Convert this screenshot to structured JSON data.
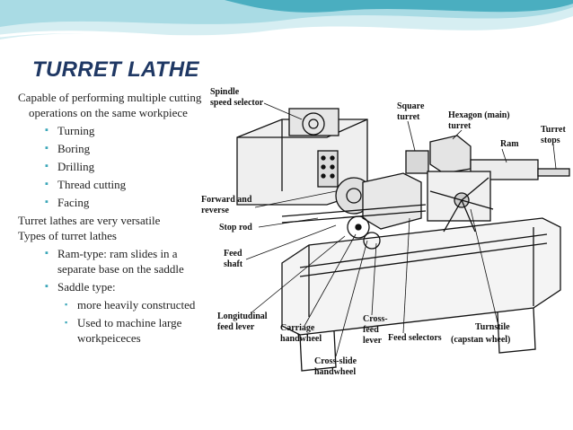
{
  "slide": {
    "title": "TURRET LATHE",
    "colors": {
      "title": "#1f3864",
      "bullet": "#3aa6b8",
      "banner_light": "#d6eef2",
      "banner_dark": "#4aaec0"
    },
    "intro": "Capable of performing multiple cutting operations on the same workpiece",
    "operations": [
      "Turning",
      "Boring",
      "Drilling",
      "Thread cutting",
      "Facing"
    ],
    "versatile": "Turret lathes are very versatile",
    "types_heading": "Types of turret lathes",
    "types": [
      {
        "label": "Ram-type: ram slides in a separate base on the saddle",
        "sub": []
      },
      {
        "label": "Saddle type:",
        "sub": [
          "more heavily constructed",
          "Used to machine large workpeiceces"
        ]
      }
    ]
  },
  "diagram": {
    "icon": "turret-lathe-drawing",
    "labels": {
      "spindle": "Spindle",
      "speed_selector": "speed selector",
      "square": "Square",
      "turret": "turret",
      "hexagon": "Hexagon (main)",
      "hexagon_turret": "turret",
      "ram": "Ram",
      "turret_word": "Turret",
      "stops": "stops",
      "forward_and": "Forward and",
      "reverse": "reverse",
      "stop_rod": "Stop rod",
      "feed": "Feed",
      "shaft": "shaft",
      "longitudinal": "Longitudinal",
      "feed_lever": "feed lever",
      "carriage": "Carriage",
      "handwheel": "handwheel",
      "cross": "Cross-",
      "cross_feed": "feed",
      "cross_lever": "lever",
      "feed_selectors": "Feed selectors",
      "turnstile": "Turnstile",
      "capstan": "(capstan wheel)",
      "cross_slide": "Cross-slide",
      "cross_slide_hw": "handwheel"
    }
  }
}
